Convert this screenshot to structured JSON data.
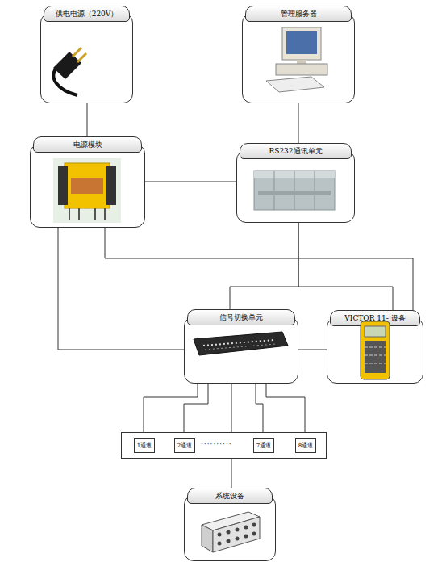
{
  "diagram": {
    "nodes": [
      {
        "text": [
          "供电电源（220V）"
        ]
      },
      {
        "text": [
          "管理服务器"
        ]
      },
      {
        "text": [
          "电源模块"
        ]
      },
      {
        "text": [
          "RS232通讯单元"
        ]
      },
      {
        "text": [
          "信号切换单元"
        ]
      },
      {
        "text": [
          "VICTOR 11- 设备"
        ]
      },
      {
        "text": [
          "··········"
        ]
      },
      {
        "text": [
          "1通道"
        ],
        "in": 6
      },
      {
        "text": [
          "2通道"
        ],
        "in": 6
      },
      {
        "text": [
          "7通道"
        ],
        "in": 6
      },
      {
        "text": [
          "8通道"
        ],
        "in": 6
      },
      {
        "text": [
          "系统设备"
        ]
      }
    ],
    "edges": [
      {
        "from": 0,
        "to": 2,
        "arrow": "none"
      },
      {
        "from": 1,
        "to": 3,
        "arrow": "none"
      },
      {
        "from": 2,
        "to": 3,
        "arrow": "none"
      },
      {
        "from": 2,
        "to": 4,
        "arrow": "none"
      },
      {
        "from": 2,
        "to": 5,
        "arrow": "none"
      },
      {
        "from": 3,
        "to": 4,
        "arrow": "none"
      },
      {
        "from": 3,
        "to": 5,
        "arrow": "none"
      },
      {
        "from": 4,
        "to": 5,
        "arrow": "none"
      },
      {
        "from": 4,
        "to": 7,
        "arrow": "none"
      },
      {
        "from": 4,
        "to": 8,
        "arrow": "none"
      },
      {
        "from": 4,
        "to": 6,
        "arrow": "none"
      },
      {
        "from": 4,
        "to": 9,
        "arrow": "none"
      },
      {
        "from": 4,
        "to": 10,
        "arrow": "none"
      },
      {
        "from": 6,
        "to": 11,
        "arrow": "none"
      }
    ]
  }
}
